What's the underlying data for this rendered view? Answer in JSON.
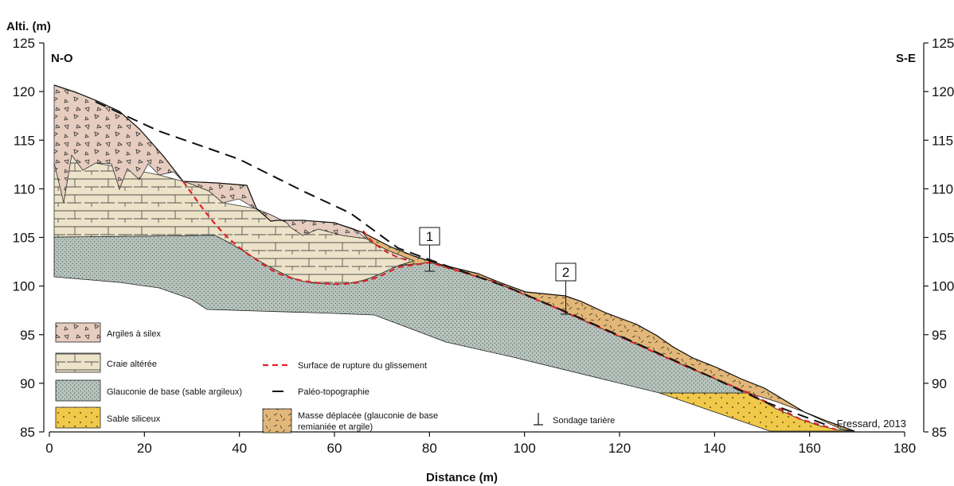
{
  "y_axis": {
    "label": "Alti. (m)",
    "ticks": [
      "125",
      "120",
      "115",
      "110",
      "105",
      "100",
      "95",
      "90",
      "85"
    ]
  },
  "x_axis": {
    "label": "Distance (m)",
    "ticks": [
      "0",
      "20",
      "40",
      "60",
      "80",
      "100",
      "120",
      "140",
      "160",
      "180"
    ]
  },
  "direction": {
    "left": "N-O",
    "right": "S-E"
  },
  "boreholes": [
    {
      "label": "1",
      "distance_m": 80
    },
    {
      "label": "2",
      "distance_m": 108
    }
  ],
  "legend": {
    "argiles": "Argiles à silex",
    "craie": "Craie altérée",
    "glauconie": "Glauconie de base (sable argileux)",
    "sable": "Sable siliceux",
    "rupture": "Surface de rupture du glissement",
    "paleo": "Paléo-topographie",
    "masse_line1": "Masse déplacée (glauconie de base",
    "masse_line2": "remianiée et argile)",
    "sondage": "Sondage tarière"
  },
  "credit": "Fressard, 2013",
  "colors": {
    "argiles": "#e6cdbf",
    "craie": "#ece3c8",
    "glauconie": "#b7c4bd",
    "sable": "#f0c94a",
    "masse": "#e2b777",
    "rupture": "#e0202a",
    "paleo": "#111111"
  }
}
